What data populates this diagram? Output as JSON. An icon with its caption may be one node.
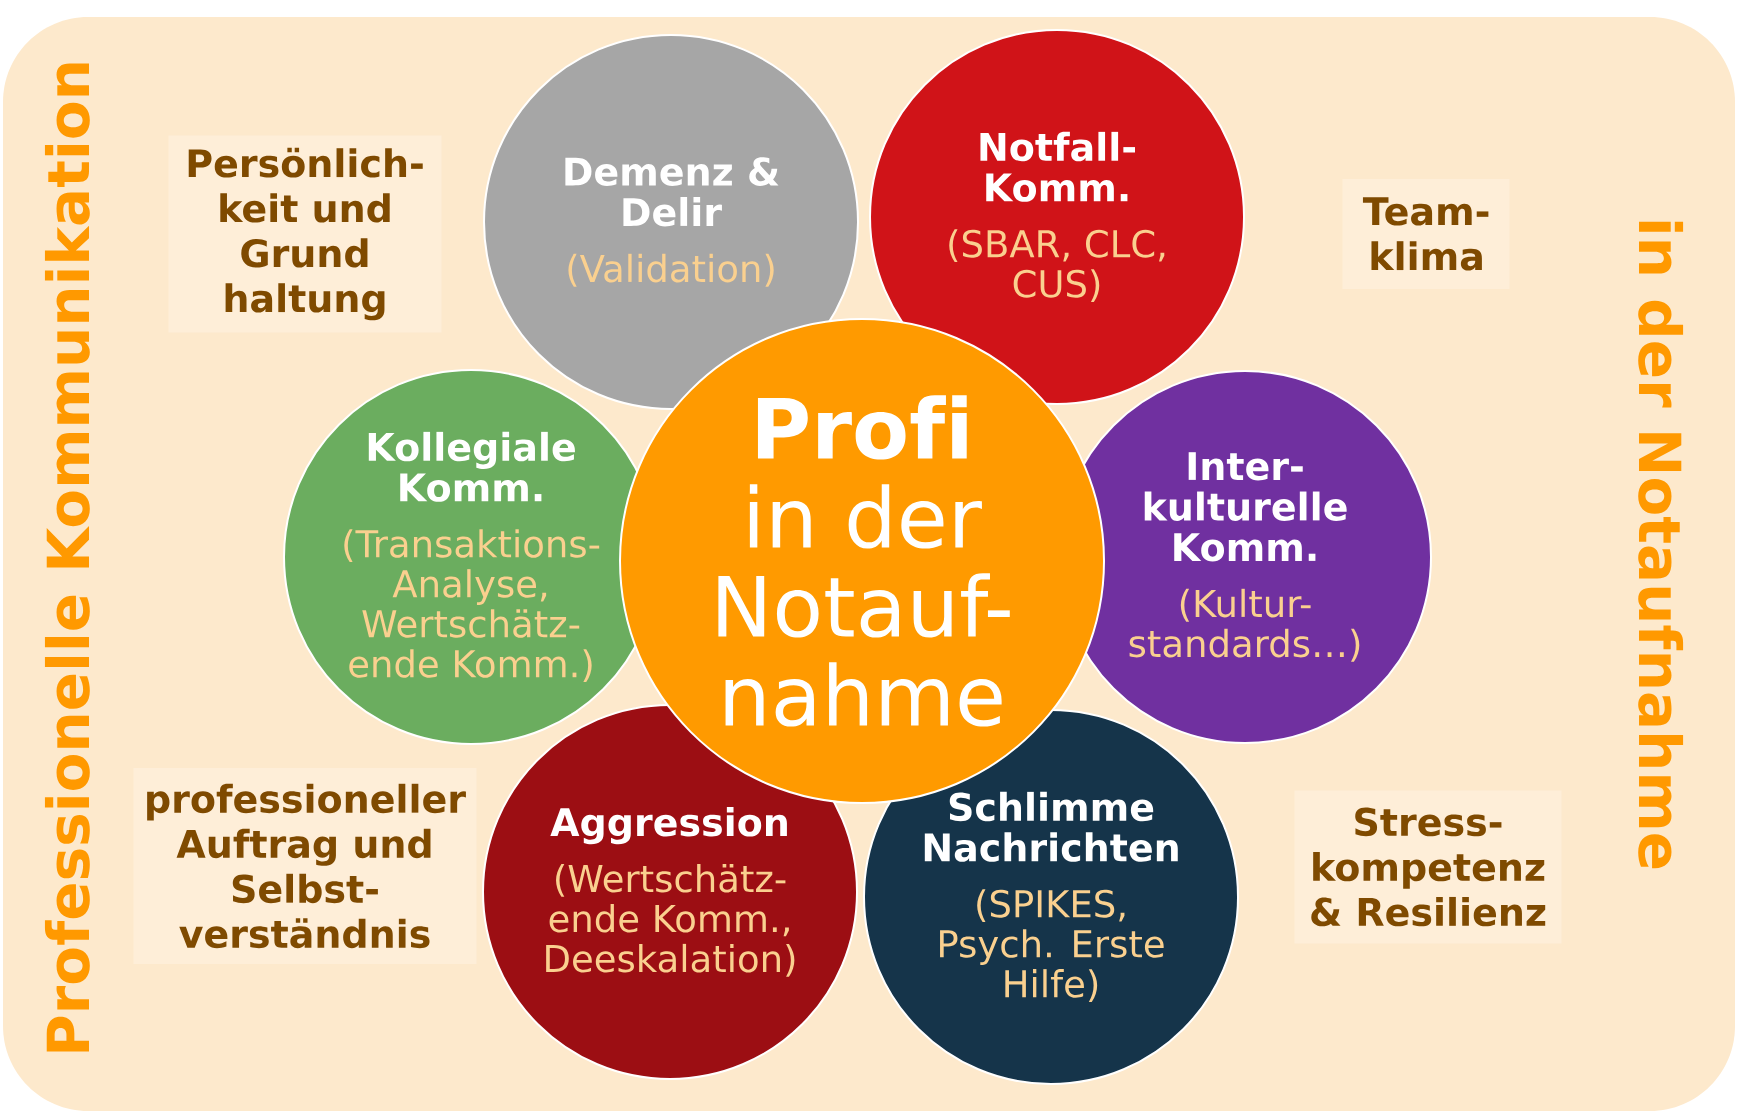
{
  "diagram": {
    "nodes": [
      {
        "text": [
          "Professionelle Kommunikation",
          "in der Notaufnahme"
        ]
      },
      {
        "text": [
          "Persönlich- keit und Grund haltung"
        ],
        "in": 0
      },
      {
        "text": [
          "Demenz & Delir",
          "(Validation)"
        ],
        "in": 0
      },
      {
        "text": [
          "Notfall- Komm.",
          "(SBAR, CLC, CUS)"
        ],
        "in": 0
      },
      {
        "text": [
          "Team- klima"
        ],
        "in": 0
      },
      {
        "text": [
          "Kollegiale Komm.",
          "(Transaktions- Analyse, Wertschätz- ende Komm.)"
        ],
        "in": 0
      },
      {
        "text": [
          "Profi",
          "in der Notauf- nahme"
        ],
        "in": 0
      },
      {
        "text": [
          "Inter- kulturelle Komm.",
          "(Kultur- standards…)"
        ],
        "in": 0
      },
      {
        "text": [
          "professioneller Auftrag und Selbst- verständnis"
        ],
        "in": 0
      },
      {
        "text": [
          "Aggression",
          "(Wertschätz- ende Komm., Deeskalation)"
        ],
        "in": 0
      },
      {
        "text": [
          "Schlimme Nachrichten",
          "(SPIKES, Psych. Erste Hilfe)"
        ],
        "in": 0
      },
      {
        "text": [
          "Stress- kompetenz & Resilienz"
        ],
        "in": 0
      }
    ]
  }
}
